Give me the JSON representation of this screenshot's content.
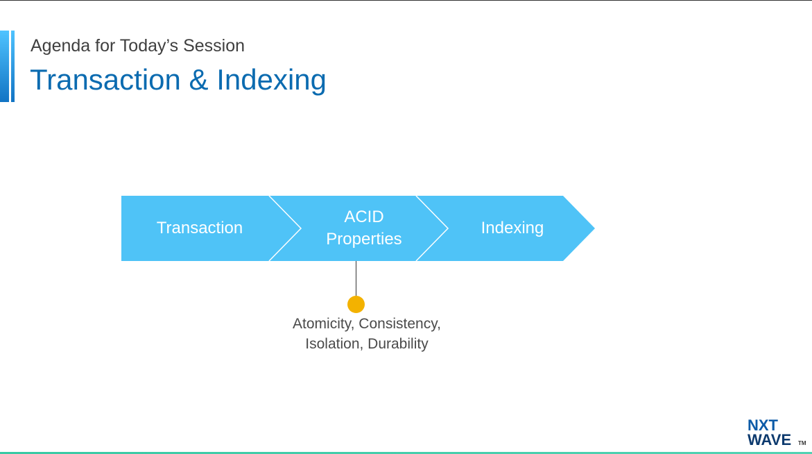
{
  "header": {
    "subtitle": "Agenda for Today’s Session",
    "title": "Transaction & Indexing"
  },
  "flow": {
    "steps": [
      {
        "label": "Transaction"
      },
      {
        "label": "ACID\nProperties"
      },
      {
        "label": "Indexing"
      }
    ],
    "fill_color": "#4fc3f7"
  },
  "callout": {
    "dot_color": "#f3b200",
    "line1": "Atomicity, Consistency,",
    "line2": "Isolation, Durability"
  },
  "logo": {
    "line1": "NXT",
    "line2": "WAVE",
    "tm": "TM"
  }
}
